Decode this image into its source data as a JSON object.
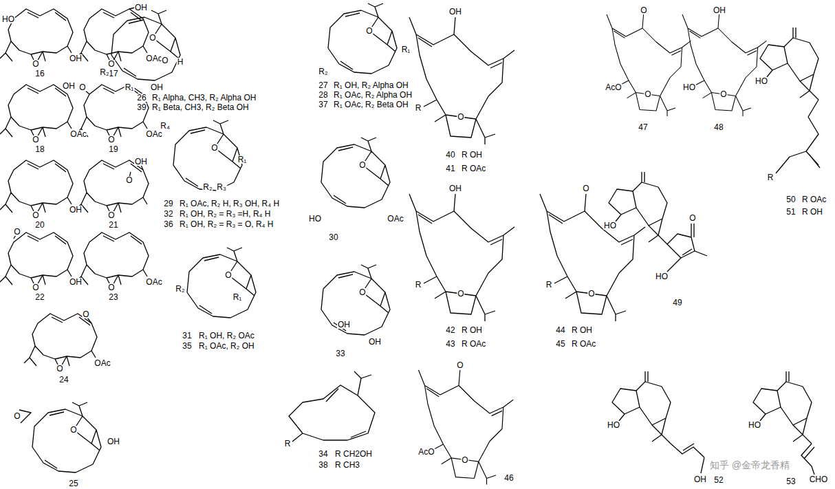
{
  "diagram": {
    "labels": [
      "HO",
      "O",
      "OH",
      "16",
      "OH",
      "O",
      "OAc",
      "17",
      "OH",
      "O",
      "OAc",
      "18",
      "O",
      "OH",
      "O",
      "OAc",
      "19",
      "O",
      "OH",
      "20",
      "OH",
      "O",
      "O",
      "21",
      "O",
      "O",
      "OH",
      "22",
      "O",
      "OAc",
      "23",
      "O",
      "O",
      "OAc",
      "24",
      "O",
      "O",
      "OH",
      "25",
      "O",
      "O",
      "H",
      "R₂",
      "R₁",
      "26",
      "R₁ Alpha, CH3, R₂ Alpha OH",
      "39",
      "R₁ Beta, CH3, R₂ Beta OH",
      "O",
      "R₂",
      "R₁",
      "27",
      "R₁ OH, R₂ Alpha OH",
      "28",
      "R₁ OAc, R₂ Alpha OH",
      "37",
      "R₁ OAc, R₂ Beta OH",
      "R₄",
      "O",
      "R₁",
      "R₂",
      "R₃",
      "29",
      "R₁ OAc, R₂ H, R₃ OH, R₄ H",
      "32",
      "R₁ OH, R₂ = R₃ =H, R₄ H",
      "36",
      "R₁ OH, R₂ = R₃ = O, R₄ H",
      "O",
      "HO",
      "OAc",
      "30",
      "R₂",
      "O",
      "R₁",
      "31",
      "R₁ OH, R₂ OAc",
      "35",
      "R₁ OAc, R₂ OH",
      "O",
      "OH",
      "OH",
      "33",
      "R",
      "34",
      "R  CH2OH",
      "38",
      "R CH3",
      "OH",
      "O",
      "R",
      "40",
      "R OH",
      "41",
      "R OAc",
      "OH",
      "O",
      "R",
      "42",
      "R OH",
      "43",
      "R OAc",
      "O",
      "O",
      "R",
      "44",
      "R OH",
      "45",
      "R OAc",
      "O",
      "AcO",
      "O",
      "46",
      "O",
      "AcO",
      "O",
      "47",
      "OH",
      "HO",
      "O",
      "48",
      "HO",
      "O",
      "HO",
      "49",
      "HO",
      "R",
      "50",
      "R OAc",
      "51",
      "R OH",
      "HO",
      "OH",
      "52",
      "HO",
      "CHO",
      "53",
      "知乎 @金帝龙香精"
    ]
  }
}
